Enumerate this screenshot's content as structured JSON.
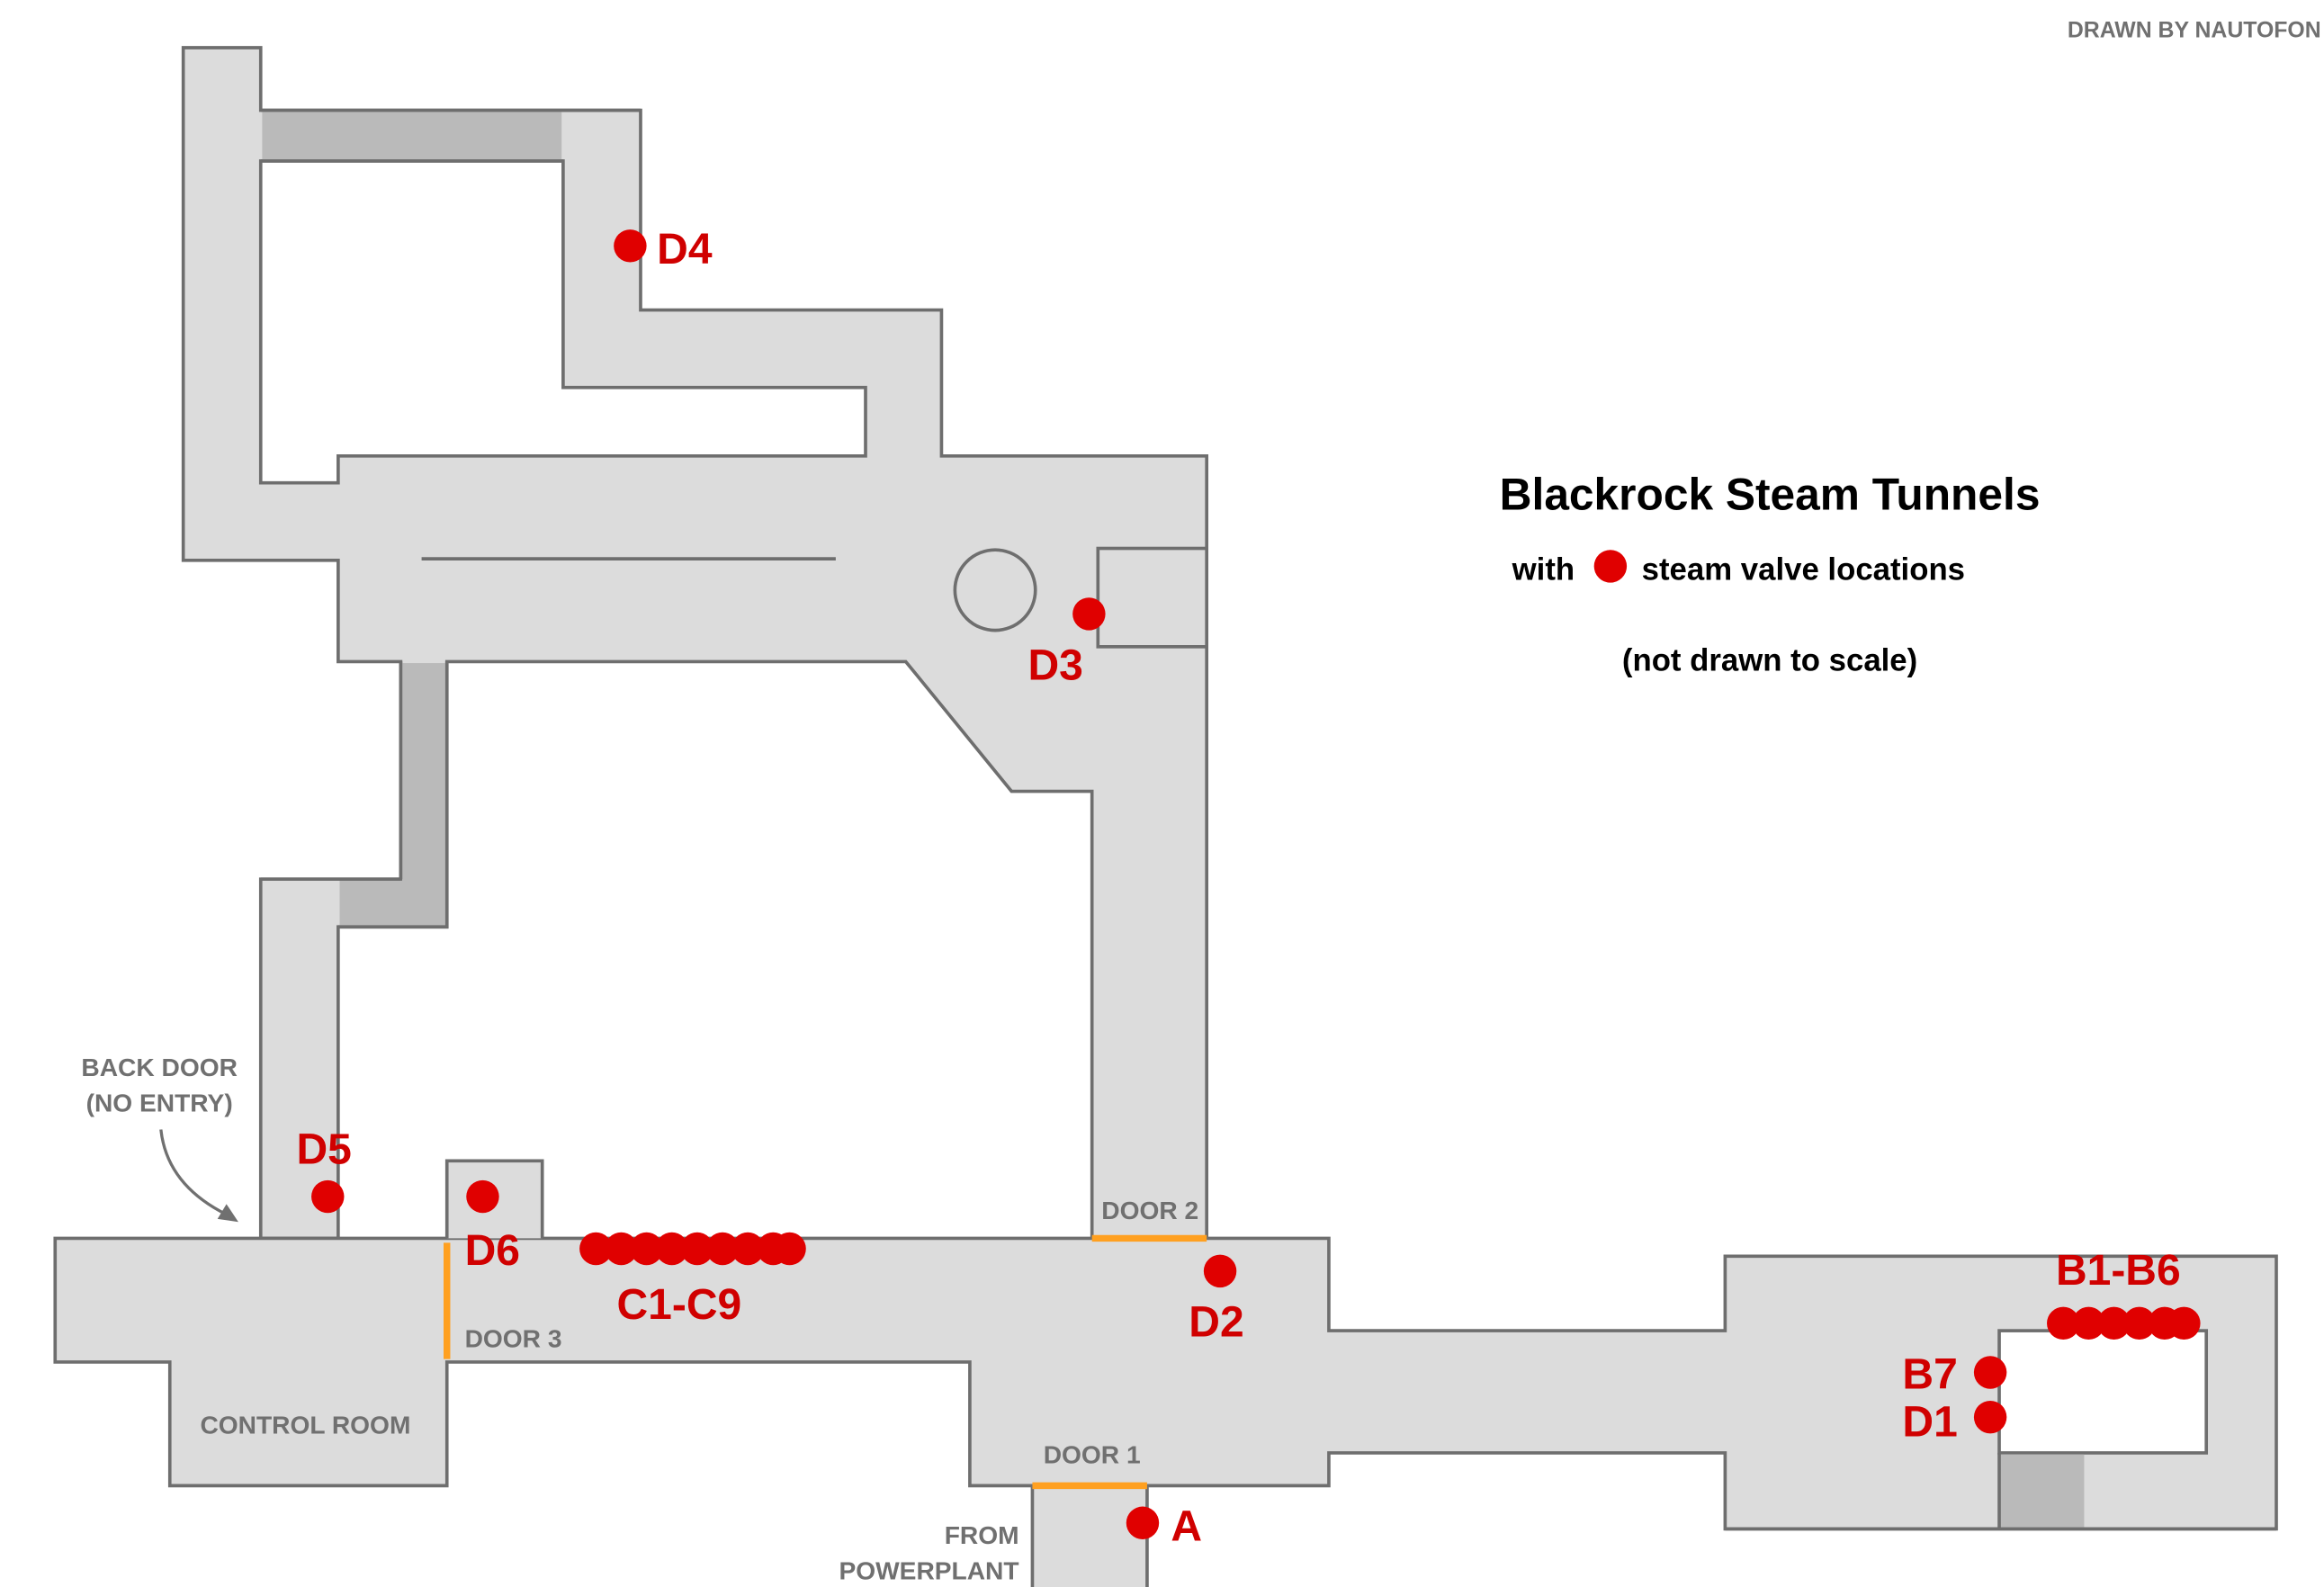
{
  "credit": "DRAWN BY NAUTOFON",
  "title": {
    "main": "Blackrock Steam Tunnels",
    "legend_prefix": "with",
    "legend_suffix": "steam valve locations",
    "note": "(not drawn to scale)"
  },
  "labels": {
    "back_door_line1": "BACK DOOR",
    "back_door_line2": "(NO ENTRY)",
    "control_room": "CONTROL ROOM",
    "door1": "DOOR 1",
    "door2": "DOOR 2",
    "door3": "DOOR 3",
    "from_line1": "FROM",
    "from_line2": "POWERPLANT"
  },
  "valves": {
    "A": "A",
    "B1_B6": "B1-B6",
    "B7": "B7",
    "C1_C9": "C1-C9",
    "D1": "D1",
    "D2": "D2",
    "D3": "D3",
    "D4": "D4",
    "D5": "D5",
    "D6": "D6"
  },
  "colors": {
    "floor": "#dcdcdc",
    "ramp": "#bababa",
    "wall": "#6e6e6e",
    "valve": "#e00000",
    "door": "#ffa020",
    "label_gray": "#707070"
  }
}
